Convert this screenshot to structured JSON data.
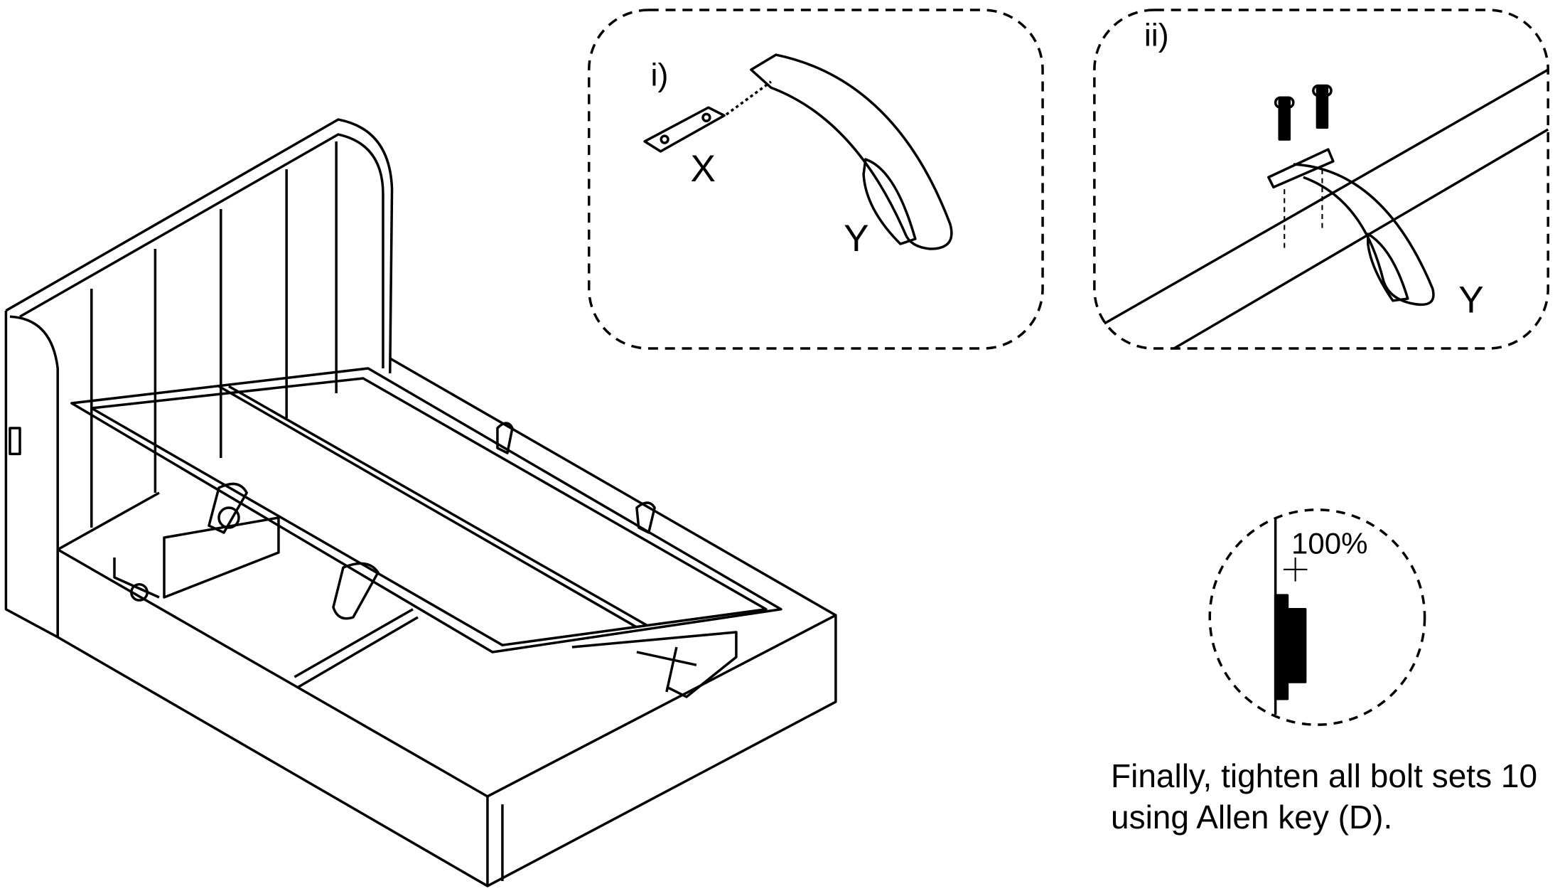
{
  "panel_i": {
    "label": "i)",
    "part_x": "X",
    "part_y": "Y"
  },
  "panel_ii": {
    "label": "ii)",
    "part_y": "Y"
  },
  "detail": {
    "tightness": "100%"
  },
  "caption": {
    "line1": "Finally, tighten all bolt sets 10",
    "line2": "using Allen key (D)."
  },
  "colors": {
    "ink": "#000000",
    "background": "#ffffff"
  }
}
